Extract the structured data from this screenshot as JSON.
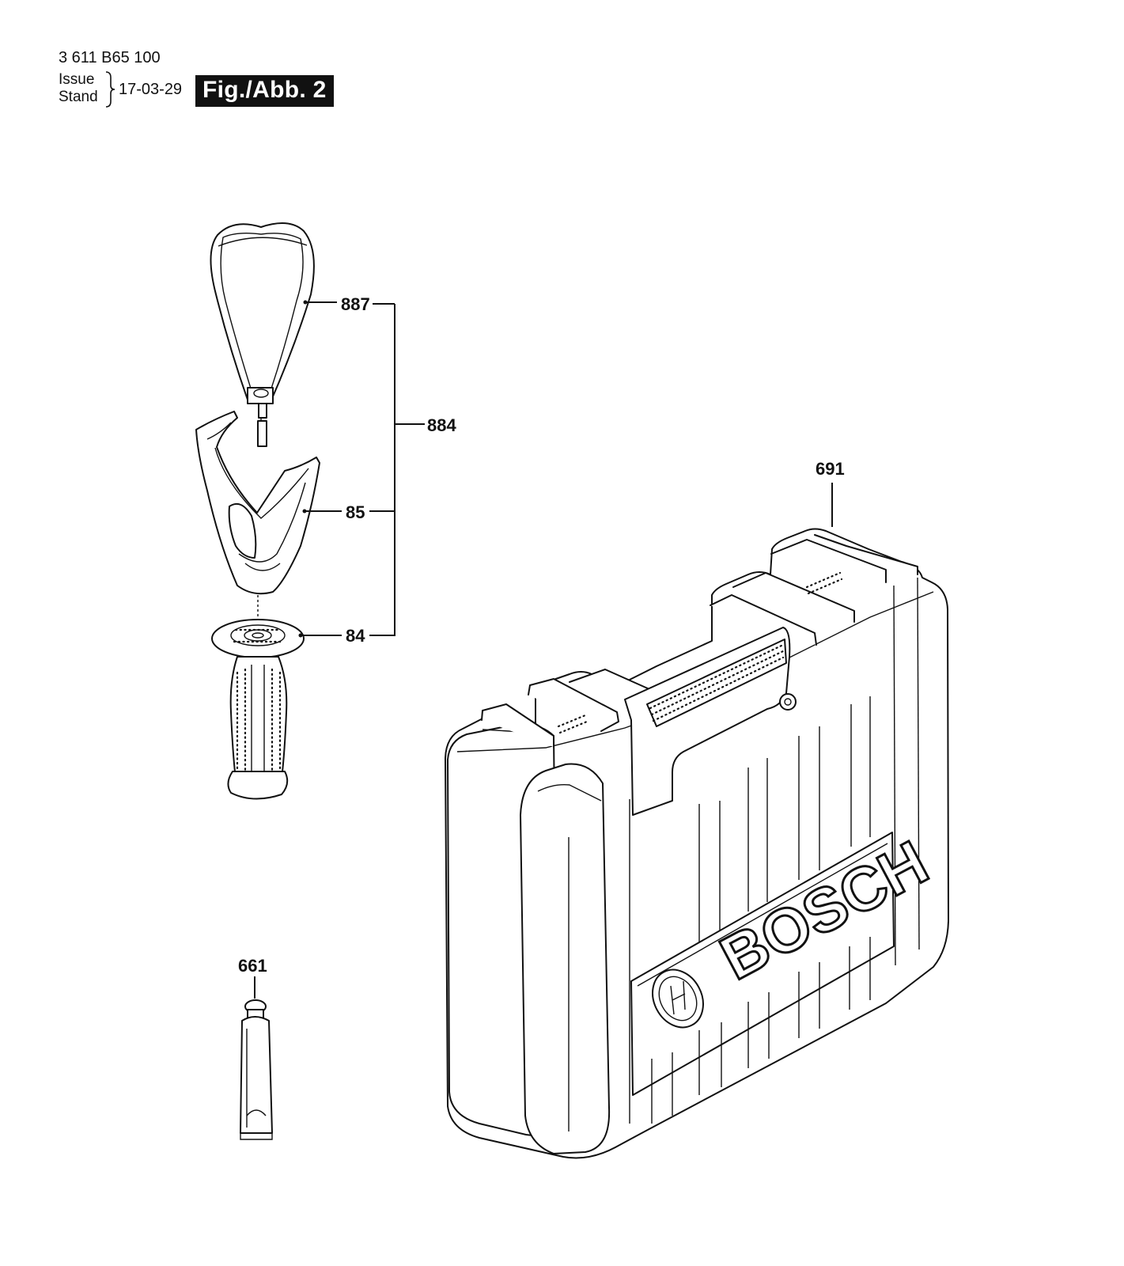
{
  "header": {
    "part_number": "3 611 B65 100",
    "issue_label": "Issue",
    "stand_label": "Stand",
    "date": "17-03-29",
    "figure_label": "Fig./Abb. 2"
  },
  "callouts": {
    "c887": "887",
    "c884": "884",
    "c85": "85",
    "c84": "84",
    "c691": "691",
    "c661": "661"
  },
  "case_brand": "BOSCH"
}
